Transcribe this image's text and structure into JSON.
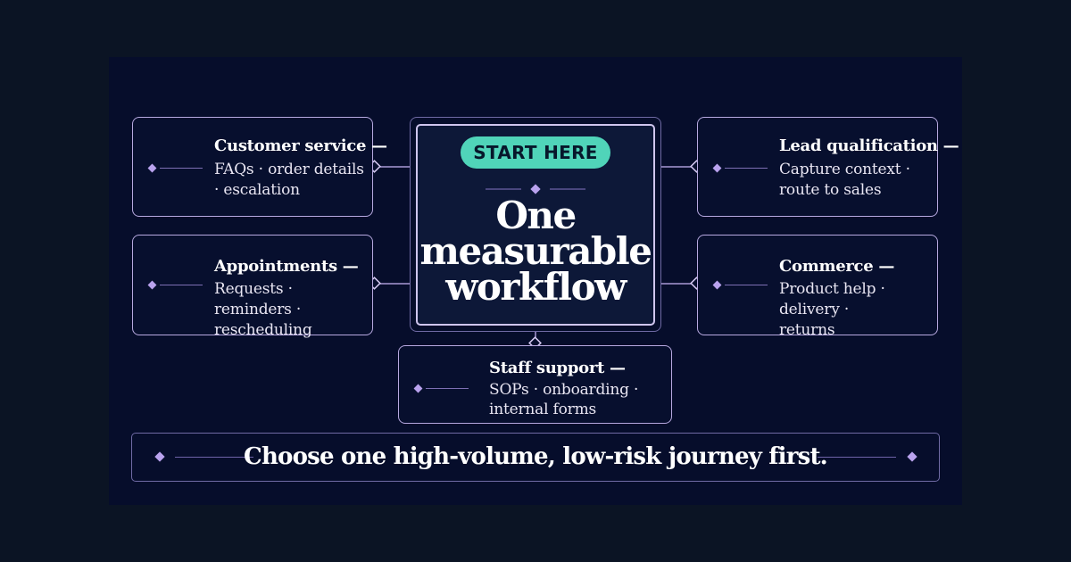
{
  "center": {
    "badge": "START HERE",
    "title_lines": [
      "One",
      "measurable",
      "workflow"
    ]
  },
  "cards": {
    "customer_service": {
      "title": "Customer service —",
      "desc": "FAQs · order details · escalation"
    },
    "appointments": {
      "title": "Appointments —",
      "desc": "Requests · reminders · rescheduling"
    },
    "lead_qualification": {
      "title": "Lead qualification —",
      "desc": "Capture context · route to sales"
    },
    "commerce": {
      "title": "Commerce —",
      "desc": "Product help · delivery · returns"
    },
    "staff_support": {
      "title": "Staff support —",
      "desc": "SOPs · onboarding · internal forms"
    }
  },
  "footer": {
    "text": "Choose one high-volume, low-risk journey first."
  },
  "colors": {
    "background": "#0b1424",
    "panel": "#060d2b",
    "accent_badge": "#50d4b9",
    "border": "#b7a9e0",
    "diamond": "#b9a2ee"
  }
}
